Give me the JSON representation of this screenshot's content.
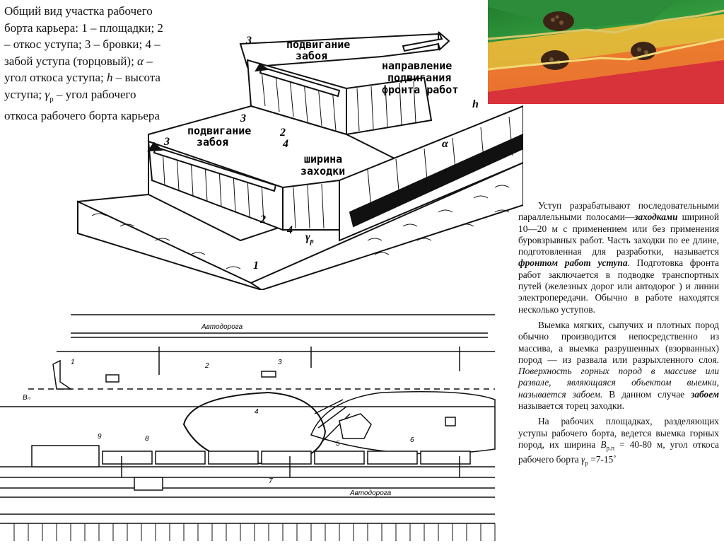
{
  "caption": {
    "l1": "Общий вид участка рабочего",
    "l2": "борта карьера:  1 – площадки; 2",
    "l3": "–  откос уступа; 3 –  бровки; 4 –",
    "l4a": "забой уступа (торцовый); ",
    "alpha": "α",
    "l4b": " –",
    "l5": "угол откоса уступа; ",
    "h": "h",
    "l5b": " – высота",
    "l6a": "уступа;  ",
    "gamma": "γ",
    "gsub": "р",
    "l6b": " –  угол рабочего",
    "l7": "откоса рабочего борта карьера"
  },
  "diagram": {
    "label_advance_face_1a": "подвигание",
    "label_advance_face_1b": "забоя",
    "label_advance_face_2a": "подвигание",
    "label_advance_face_2b": "забоя",
    "label_front_1": "направление",
    "label_front_2": "подвигания",
    "label_front_3": "фронта работ",
    "label_width_1": "ширина",
    "label_width_2": "заходки",
    "n1": "1",
    "n2a": "2",
    "n2b": "2",
    "n3a": "3",
    "n3b": "3",
    "n3c": "3",
    "n4a": "4",
    "n4b": "4",
    "alpha": "α",
    "h": "h",
    "gamma": "γ",
    "gamma_sub": "р"
  },
  "plan": {
    "road_top": "Автодорога",
    "road_bottom": "Автодорога",
    "n1": "1",
    "n2": "2",
    "n3": "3",
    "n4": "4",
    "n5": "5",
    "n6": "6",
    "n7": "7",
    "n8": "8",
    "n9": "9",
    "bn": "Bₙ"
  },
  "text": {
    "p1_a": "Уступ разрабатывают последовательными параллельными полосами—",
    "p1_b": "заходками",
    "p1_c": " шириной 10—20 м с применением или без применения буровзрывных работ. Часть заходки по ее длине, подготовленная для разработки, называется ",
    "p1_d": "фронтом работ уступа",
    "p1_e": ". Подготовка фронта работ заключается в подводке транспортных путей (железных дорог или автодорог ) и линии электропередачи. Обычно в работе находятся несколько уступов.",
    "p2_a": "Выемка мягких, сыпучих и плотных пород обычно производится непосредственно из массива, а выемка разрушенных (взорванных) пород — из развала или разрыхленного слоя. ",
    "p2_b": "Поверхность горных пород в массиве или развале, являющаяся объектом выемки, называется забоем.",
    "p2_c": " В данном случае ",
    "p2_d": "забоем",
    "p2_e": " называется торец заходки.",
    "p3_a": "На рабочих площадках, разделяющих уступы рабочего борта, ведется выемка горных пород, их ширина ",
    "p3_b": "B",
    "p3_c": "р.п",
    "p3_d": " = 40-80 м, угол откоса рабочего борта ",
    "p3_e": "γ",
    "p3_f": "р",
    "p3_g": " =7-15˚"
  },
  "colors": {
    "sky_green": "#2f9a3b",
    "bench_yellow": "#e0c33a",
    "red": "#d8323a",
    "orange": "#e98a2c"
  }
}
